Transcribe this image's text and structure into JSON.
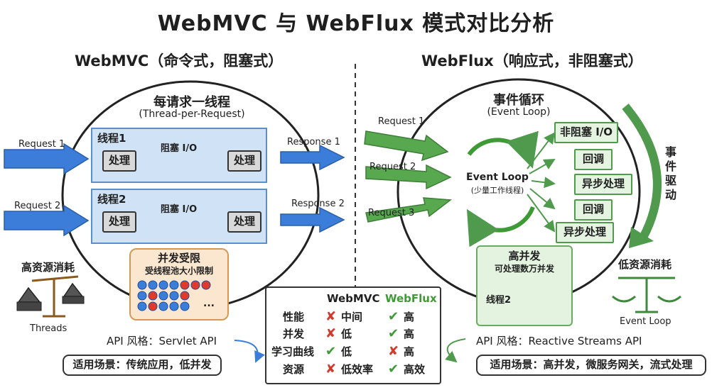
{
  "title": "WebMVC 与 WebFlux 模式对比分析",
  "left": {
    "heading": "WebMVC（命令式，阻塞式）",
    "circle_title": "每请求一线程",
    "circle_subtitle": "(Thread-per-Request)",
    "requests": [
      "Request 1",
      "Request 2"
    ],
    "responses": [
      "Response 1",
      "Response 2"
    ],
    "threads": [
      {
        "label": "线程1",
        "process_a": "处理",
        "block": "阻塞 I/O",
        "process_b": "处理"
      },
      {
        "label": "线程2",
        "process_a": "处理",
        "block": "阻塞 I/O",
        "process_b": "处理"
      }
    ],
    "limit_title": "并发受限",
    "limit_subtitle": "受线程池大小限制",
    "ellipsis": "...",
    "resource_label": "高资源消耗",
    "scale_caption": "Threads",
    "api": "API 风格：Servlet API",
    "scenario": "适用场景：传统应用，低并发"
  },
  "right": {
    "heading": "WebFlux（响应式，非阻塞式）",
    "circle_title": "事件循环",
    "circle_subtitle": "(Event Loop)",
    "requests": [
      "Request 1",
      "Request 2",
      "Request 3"
    ],
    "loop_title": "Event Loop",
    "loop_subtitle": "(少量工作线程)",
    "outputs": [
      "非阻塞 I/O",
      "回调",
      "异步处理",
      "回调",
      "异步处理"
    ],
    "event_driven": [
      "事",
      "件",
      "驱",
      "动"
    ],
    "high_title": "高并发",
    "high_subtitle": "可处理数万并发",
    "thread_label": "线程2",
    "resource_label": "低资源消耗",
    "scale_caption": "Event Loop",
    "api": "API 风格：Reactive Streams API",
    "scenario": "适用场景：高并发，微服务网关，流式处理"
  },
  "table": {
    "headers": [
      "WebMVC",
      "WebFlux"
    ],
    "rows": [
      {
        "label": "性能",
        "mvc": "中间",
        "mvc_ok": false,
        "flux": "高",
        "flux_ok": true
      },
      {
        "label": "并发",
        "mvc": "低",
        "mvc_ok": false,
        "flux": "高",
        "flux_ok": true
      },
      {
        "label": "学习曲线",
        "mvc": "低",
        "mvc_ok": true,
        "flux": "高",
        "flux_ok": false
      },
      {
        "label": "资源",
        "mvc": "低效率",
        "mvc_ok": false,
        "flux": "高效",
        "flux_ok": true
      }
    ]
  },
  "colors": {
    "blue": "#3b7dd8",
    "red": "#e03a2f",
    "green": "#4f9a4c",
    "orange": "#d49a55"
  }
}
